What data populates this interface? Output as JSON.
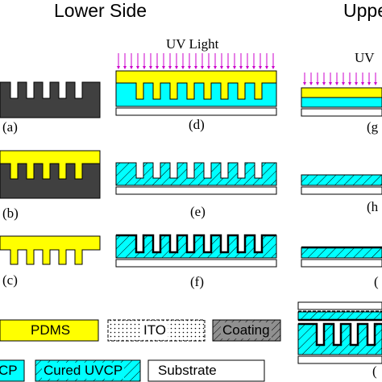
{
  "headers": {
    "lower": "Lower Side",
    "upper": "Uppe"
  },
  "uv": {
    "left": "UV Light",
    "right": "UV"
  },
  "steps": {
    "a": "(a)",
    "b": "(b)",
    "c": "(c)",
    "d": "(d)",
    "e": "(e)",
    "f": "(f)",
    "g": "(g",
    "h": "(h",
    "i": "(",
    "j": "("
  },
  "legend": {
    "pdms": "PDMS",
    "ito": "ITO",
    "coating": "Coating",
    "uvcp": "CP",
    "cured_uvcp": "Cured UVCP",
    "substrate": "Substrate"
  },
  "colors": {
    "pdms": "#ffff00",
    "cured_uvcp": "#00ffff",
    "mold": "#404040",
    "uv_arrows": "#cc00cc",
    "substrate": "#ffffff"
  }
}
